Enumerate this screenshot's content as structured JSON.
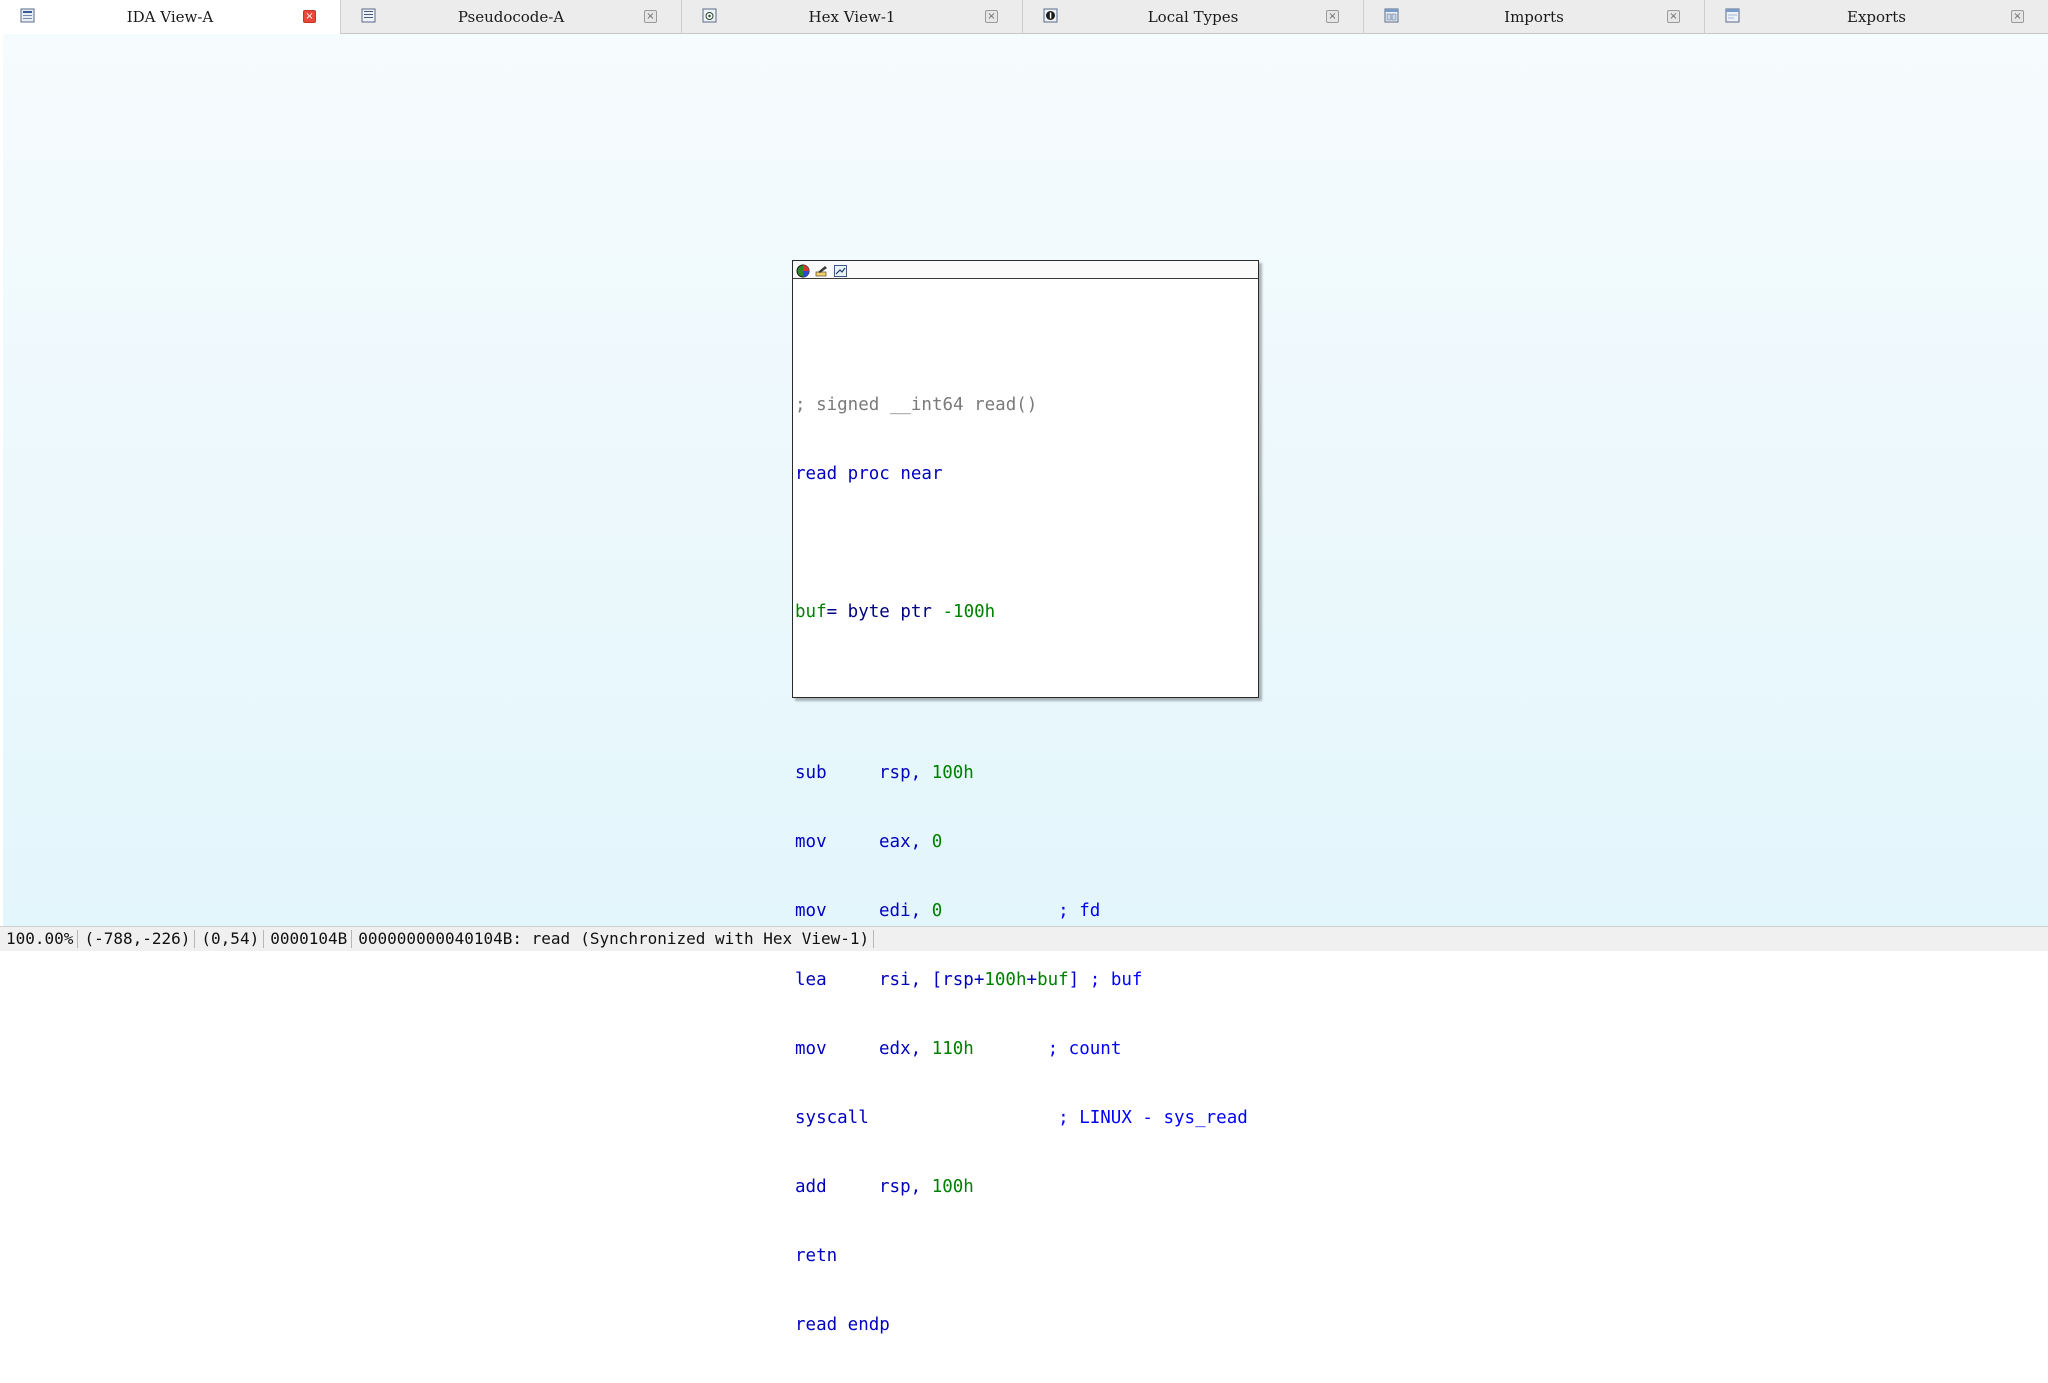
{
  "tabs": [
    {
      "label": "IDA View-A",
      "icon": "ida-view-icon",
      "active": true
    },
    {
      "label": "Pseudocode-A",
      "icon": "pseudocode-icon",
      "active": false
    },
    {
      "label": "Hex View-1",
      "icon": "hex-view-icon",
      "active": false
    },
    {
      "label": "Local Types",
      "icon": "local-types-icon",
      "active": false
    },
    {
      "label": "Imports",
      "icon": "imports-icon",
      "active": false
    },
    {
      "label": "Exports",
      "icon": "exports-icon",
      "active": false
    }
  ],
  "node": {
    "header_icons": [
      "color-icon",
      "edit-icon",
      "graph-icon"
    ],
    "lines": [
      {
        "t1": "; signed __int64 read()"
      },
      {
        "t1": "read proc near"
      },
      {
        "t1": ""
      },
      {
        "t1": "buf",
        "t2": "= byte ptr ",
        "t3": "-100h"
      },
      {
        "t1": ""
      },
      {
        "mn": "sub",
        "a": "rsp, ",
        "b": "100h",
        "c": "",
        "cm": ""
      },
      {
        "mn": "mov",
        "a": "eax, ",
        "b": "0",
        "c": "",
        "cm": ""
      },
      {
        "mn": "mov",
        "a": "edi, ",
        "b": "0",
        "c": "           ",
        "cm": "; fd"
      },
      {
        "mn": "lea",
        "a": "rsi, [rsp+",
        "b": "100h",
        "b2": "+",
        "b3": "buf",
        "c": "] ",
        "cm": "; buf"
      },
      {
        "mn": "mov",
        "a": "edx, ",
        "b": "110h",
        "c": "       ",
        "cm": "; count"
      },
      {
        "mn": "syscall",
        "a": "",
        "b": "",
        "c": "                 ",
        "cm": "; LINUX - sys_read"
      },
      {
        "mn": "add",
        "a": "rsp, ",
        "b": "100h",
        "c": "",
        "cm": ""
      },
      {
        "mn": "retn",
        "a": "",
        "b": "",
        "c": "",
        "cm": ""
      },
      {
        "t1": "read endp"
      }
    ]
  },
  "status": {
    "zoom": "100.00%",
    "mouse": "(-788,-226)",
    "pos": "(0,54)",
    "offset": "0000104B",
    "location": "000000000040104B: read",
    "sync": "(Synchronized with Hex View-1)"
  },
  "colors": {
    "code_blue": "#0000c0",
    "number_green": "#008000",
    "comment_gray": "#7a7a7a",
    "close_active": "#e8473a"
  }
}
